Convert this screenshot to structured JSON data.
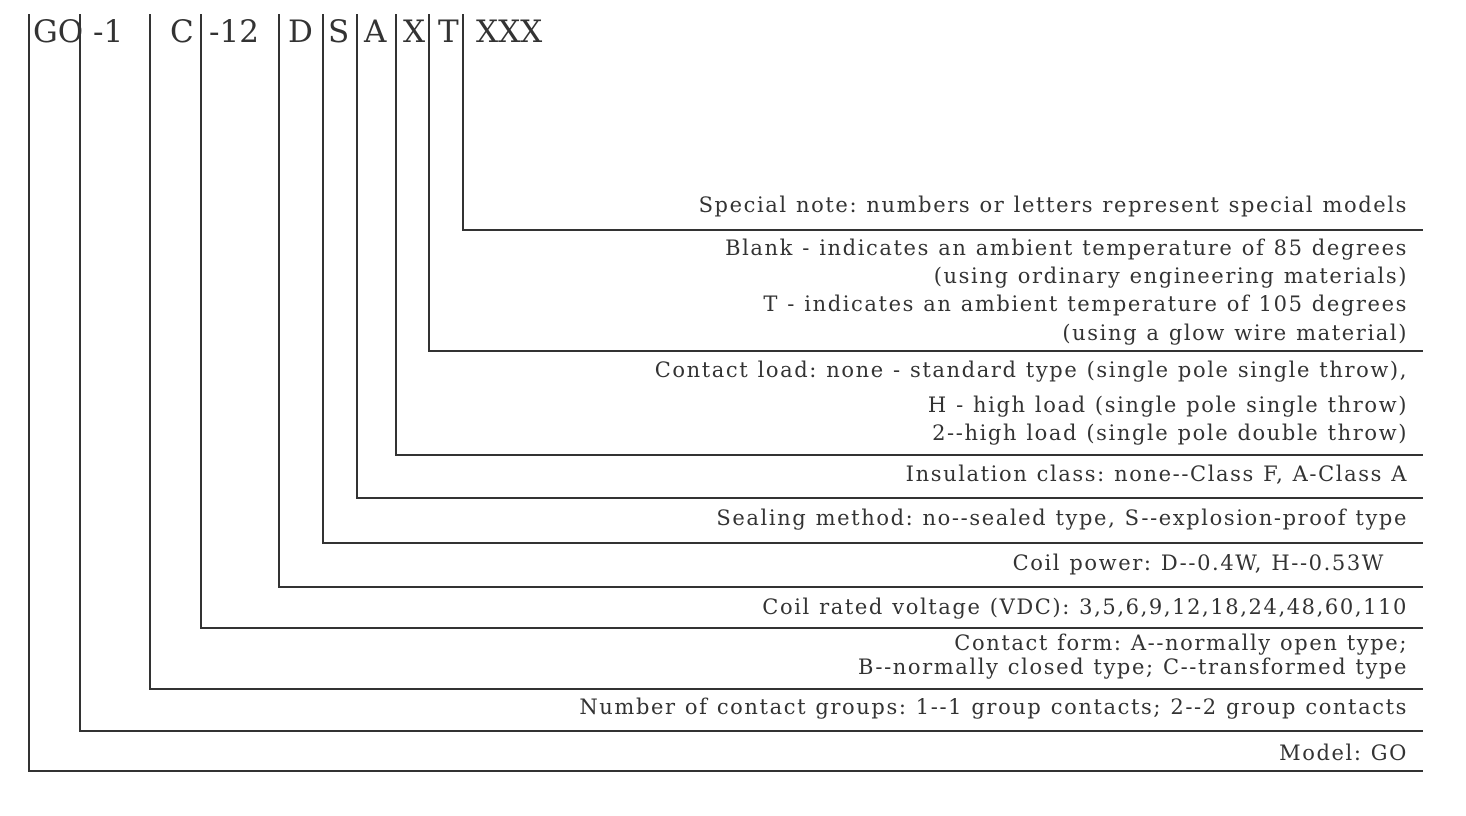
{
  "model_code": {
    "segments": [
      "GO",
      "-1",
      "C",
      "-12",
      "D",
      "S",
      "A",
      "X",
      "T",
      "XXX"
    ]
  },
  "descriptions": [
    {
      "key": "special",
      "lines": [
        "Special note: numbers or letters represent special models"
      ]
    },
    {
      "key": "temperature",
      "lines": [
        "Blank - indicates an ambient temperature of 85 degrees",
        "(using ordinary engineering materials)",
        "T -  indicates an ambient temperature of 105 degrees",
        "(using a glow wire material)"
      ]
    },
    {
      "key": "contact-load",
      "lines": [
        "Contact load: none - standard type (single pole single throw),",
        "H - high load (single pole single throw)",
        "2--high load (single pole double throw)"
      ]
    },
    {
      "key": "insulation",
      "lines": [
        "Insulation class: none--Class F, A-Class A"
      ]
    },
    {
      "key": "sealing",
      "lines": [
        "Sealing method: no--sealed type, S--explosion-proof type"
      ]
    },
    {
      "key": "coil-power",
      "lines": [
        "Coil power: D--0.4W, H--0.53W"
      ]
    },
    {
      "key": "voltage",
      "lines": [
        "Coil rated voltage (VDC): 3,5,6,9,12,18,24,48,60,110"
      ]
    },
    {
      "key": "contact-form",
      "lines": [
        "Contact form: A--normally open type;",
        "B--normally closed type; C--transformed type"
      ]
    },
    {
      "key": "contact-groups",
      "lines": [
        "Number of contact groups: 1--1 group contacts; 2--2 group contacts"
      ]
    },
    {
      "key": "model",
      "lines": [
        "Model: GO"
      ]
    }
  ]
}
